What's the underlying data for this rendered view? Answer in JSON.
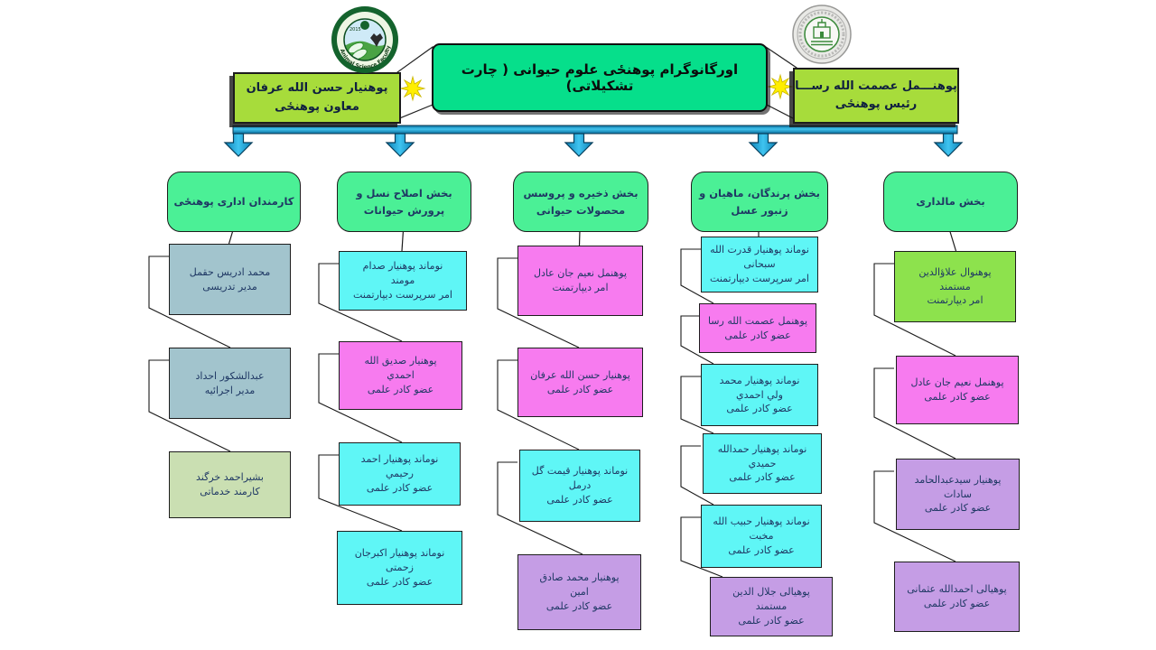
{
  "banner": {
    "title": "اورگانوگرام پوهنځی علوم حیوانی ( چارت تشکیلاتی)",
    "deputy": {
      "text": "پوهنیار حسن الله عرفان\nمعاون پوهنځی"
    },
    "dean": {
      "text": "پوهنـــمل عصمت الله رســـا\nرئیس پوهنځی"
    },
    "left_logo": {
      "caption": "Animal Science Faculty",
      "year": "2015"
    },
    "star_icon": "yellow-8-point-star"
  },
  "colors": {
    "title_box": "#06DF8B",
    "side_box": "#A7DC3B",
    "header_box": "#4BF096",
    "cyan": "#5FF6F6",
    "magenta": "#F77BEF",
    "purple": "#C59DE5",
    "blue_gray": "#A2C4CD",
    "light_green": "#CADFB2",
    "green": "#8DE24D",
    "bar_blue": "#1591CC"
  },
  "departments": [
    {
      "label": "کارمندان اداری پوهنځی",
      "members": [
        {
          "text": "محمد ادریس حقمل\nمدیر تدریسی",
          "color": "blue_gray"
        },
        {
          "text": "عبدالشکور احداد\nمدیر اجرائیه",
          "color": "blue_gray"
        },
        {
          "text": "بشیراحمد خرگند\nکارمند خدماتی",
          "color": "light_green"
        }
      ]
    },
    {
      "label": "بخش اصلاح نسل و\nپرورش حیوانات",
      "members": [
        {
          "text": "نوماند پوهنیار صدام\nمومند\nامر سرپرست دیپارتمنت",
          "color": "cyan"
        },
        {
          "text": "پوهنیار صدیق الله\nاحمدي\nعضو کادر علمی",
          "color": "magenta"
        },
        {
          "text": "نوماند پوهنیار احمد\nرحیمي\nعضو کادر علمی",
          "color": "cyan"
        },
        {
          "text": "نوماند پوهنیار اکبرجان\nزحمتی\nعضو کادر علمی",
          "color": "cyan"
        }
      ]
    },
    {
      "label": "بخش ذخیره و پروسس\nمحصولات حیوانی",
      "members": [
        {
          "text": "پوهنمل نعیم جان عادل\nامر دیپارتمنت",
          "color": "magenta"
        },
        {
          "text": "پوهنیار حسن الله عرفان\nعضو کادر علمی",
          "color": "magenta"
        },
        {
          "text": "نوماند پوهنیار قیمت گل\nدرمل\nعضو کادر علمی",
          "color": "cyan"
        },
        {
          "text": "پوهنیار محمد صادق\nامین\nعضو کادر علمی",
          "color": "purple"
        }
      ]
    },
    {
      "label": "بخش پرندگان، ماهیان و\nزنبور عسل",
      "members": [
        {
          "text": "نوماند پوهنیار قدرت الله\nسبحانی\nامر سرپرست دیپارتمنت",
          "color": "cyan"
        },
        {
          "text": "پوهنمل عصمت الله رسا\nعضو کادر علمی",
          "color": "magenta"
        },
        {
          "text": "نوماند پوهنیار محمد\nولي احمدي\nعضو کادر علمی",
          "color": "cyan"
        },
        {
          "text": "نوماند پوهنیار حمدالله\nحمیدي\nعضو کادر علمی",
          "color": "cyan"
        },
        {
          "text": "نوماند پوهنیار حبیب الله\nمخبت\nعضو کادر علمی",
          "color": "cyan"
        },
        {
          "text": "پوهیالی جلال الدین\nمستمند\nعضو کادر علمی",
          "color": "purple"
        }
      ]
    },
    {
      "label": "بخش مالداری",
      "members": [
        {
          "text": "پوهنوال علاؤالدین\nمستمند\nامر دیپارتمنت",
          "color": "green"
        },
        {
          "text": "پوهنمل نعیم جان عادل\nعضو کادر علمی",
          "color": "magenta"
        },
        {
          "text": "پوهنیار سیدعبدالحامد\nسادات\nعضو کادر علمی",
          "color": "purple"
        },
        {
          "text": "پوهیالی احمدالله عثمانی\nعضو کادر علمی",
          "color": "purple"
        }
      ]
    }
  ]
}
